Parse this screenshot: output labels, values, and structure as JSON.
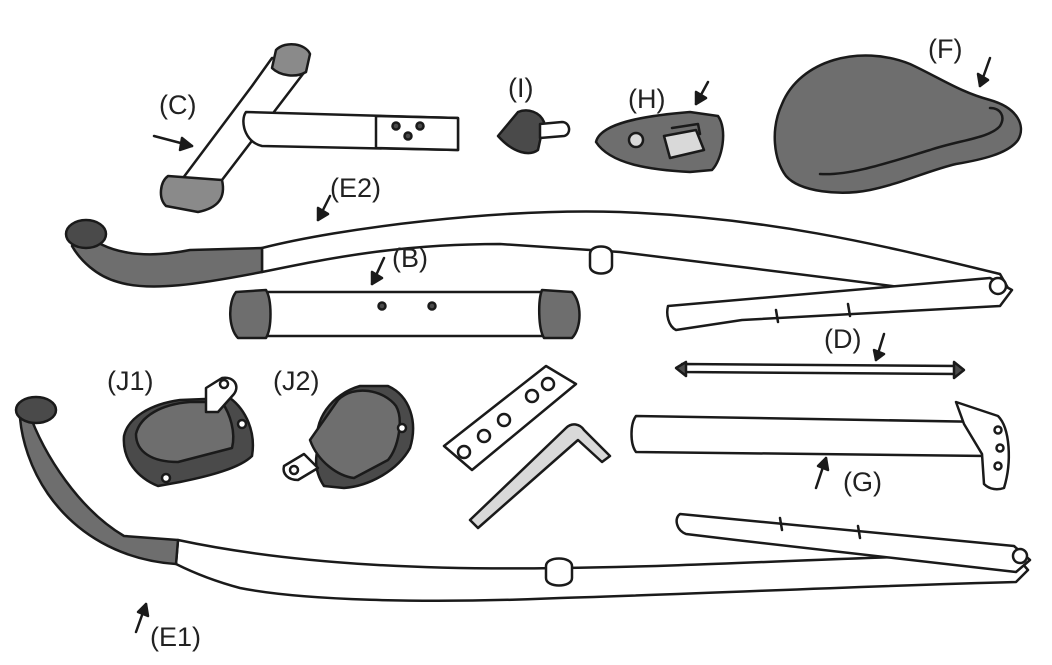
{
  "labels": {
    "c": "(C)",
    "i": "(I)",
    "h": "(H)",
    "f": "(F)",
    "e2": "(E2)",
    "b": "(B)",
    "d": "(D)",
    "j1": "(J1)",
    "j2": "(J2)",
    "g": "(G)",
    "e1": "(E1)"
  },
  "colors": {
    "ink": "#1a1a1a",
    "dark_fill": "#4a4a4a",
    "mid_fill": "#6e6e6e",
    "light_fill": "#d9d9d9",
    "background": "#ffffff"
  }
}
